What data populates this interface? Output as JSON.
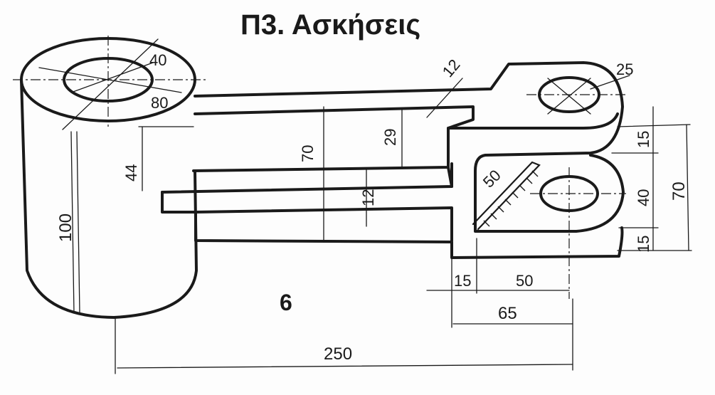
{
  "title": "Π3. Ασκήσεις",
  "figure_number": "6",
  "dimensions": {
    "d40": "40",
    "d80": "80",
    "d12_top": "12",
    "d25": "25",
    "d44": "44",
    "d70_left": "70",
    "d29": "29",
    "d12_mid": "12",
    "d50_diag": "50",
    "d100": "100",
    "d15_a": "15",
    "d40_right": "40",
    "d15_b": "15",
    "d70_right": "70",
    "d15_bottom": "15",
    "d50_bottom": "50",
    "d65": "65",
    "d250": "250"
  },
  "colors": {
    "ink": "#1a1a1a",
    "paper": "#fdfdfd"
  }
}
